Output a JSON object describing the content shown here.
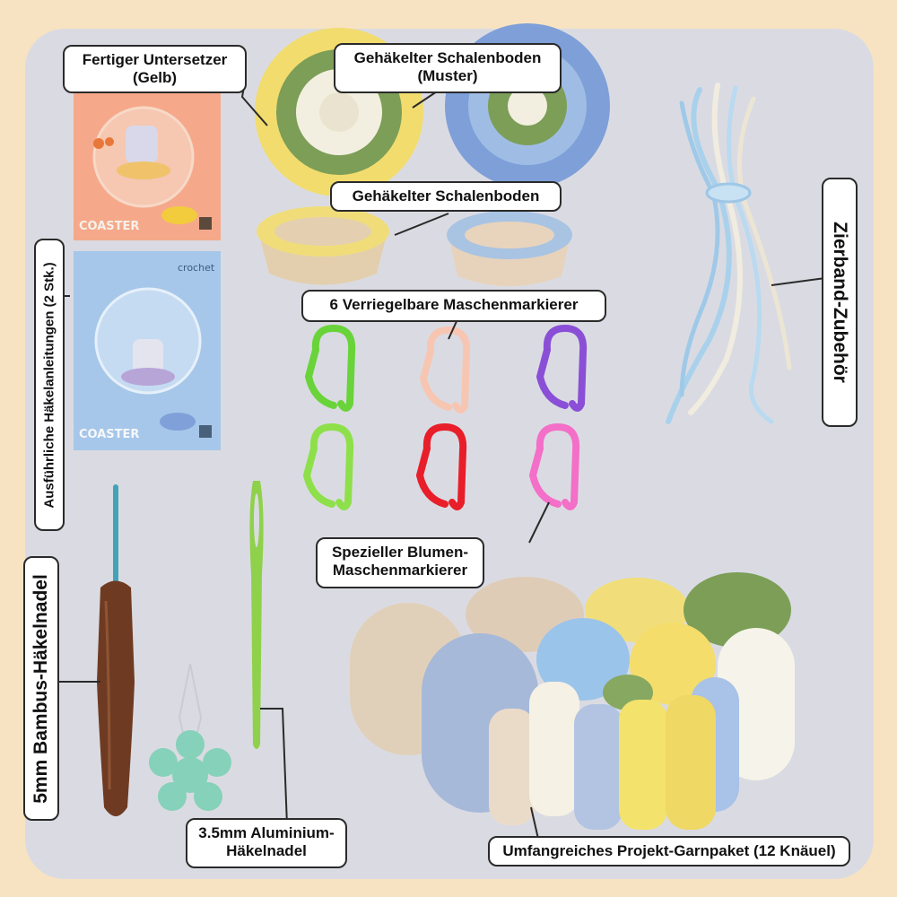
{
  "labels": {
    "coaster_yellow": [
      "Fertiger Untersetzer",
      "(Gelb)"
    ],
    "bowl_bottom_pattern": [
      "Gehäkelter Schalenboden",
      "(Muster)"
    ],
    "bowl_bottom": "Gehäkelter Schalenboden",
    "stitch_markers": "6 Verriegelbare Maschenmarkierer",
    "flower_marker": [
      "Spezieller Blumen-",
      "Maschenmarkierer"
    ],
    "ribbon": "Zierband-Zubehör",
    "instructions": "Ausführliche Häkelanleitungen (2 Stk.)",
    "bamboo_hook": "5mm Bambus-Häkelnadel",
    "aluminium_hook": [
      "3.5mm Aluminium-",
      "Häkelnadel"
    ],
    "yarn_pack": "Umfangreiches Projekt-Garnpaket (12 Knäuel)"
  },
  "cards": {
    "title": "COASTER",
    "subtitle": "crochet"
  },
  "colors": {
    "background": "#f7e3c2",
    "panel": "#dadbe2",
    "yellow_yarn": "#f1de7a",
    "blue_yarn": "#9fb6d8",
    "green_yarn": "#7c9e57",
    "beige_yarn": "#d8c8b4"
  }
}
